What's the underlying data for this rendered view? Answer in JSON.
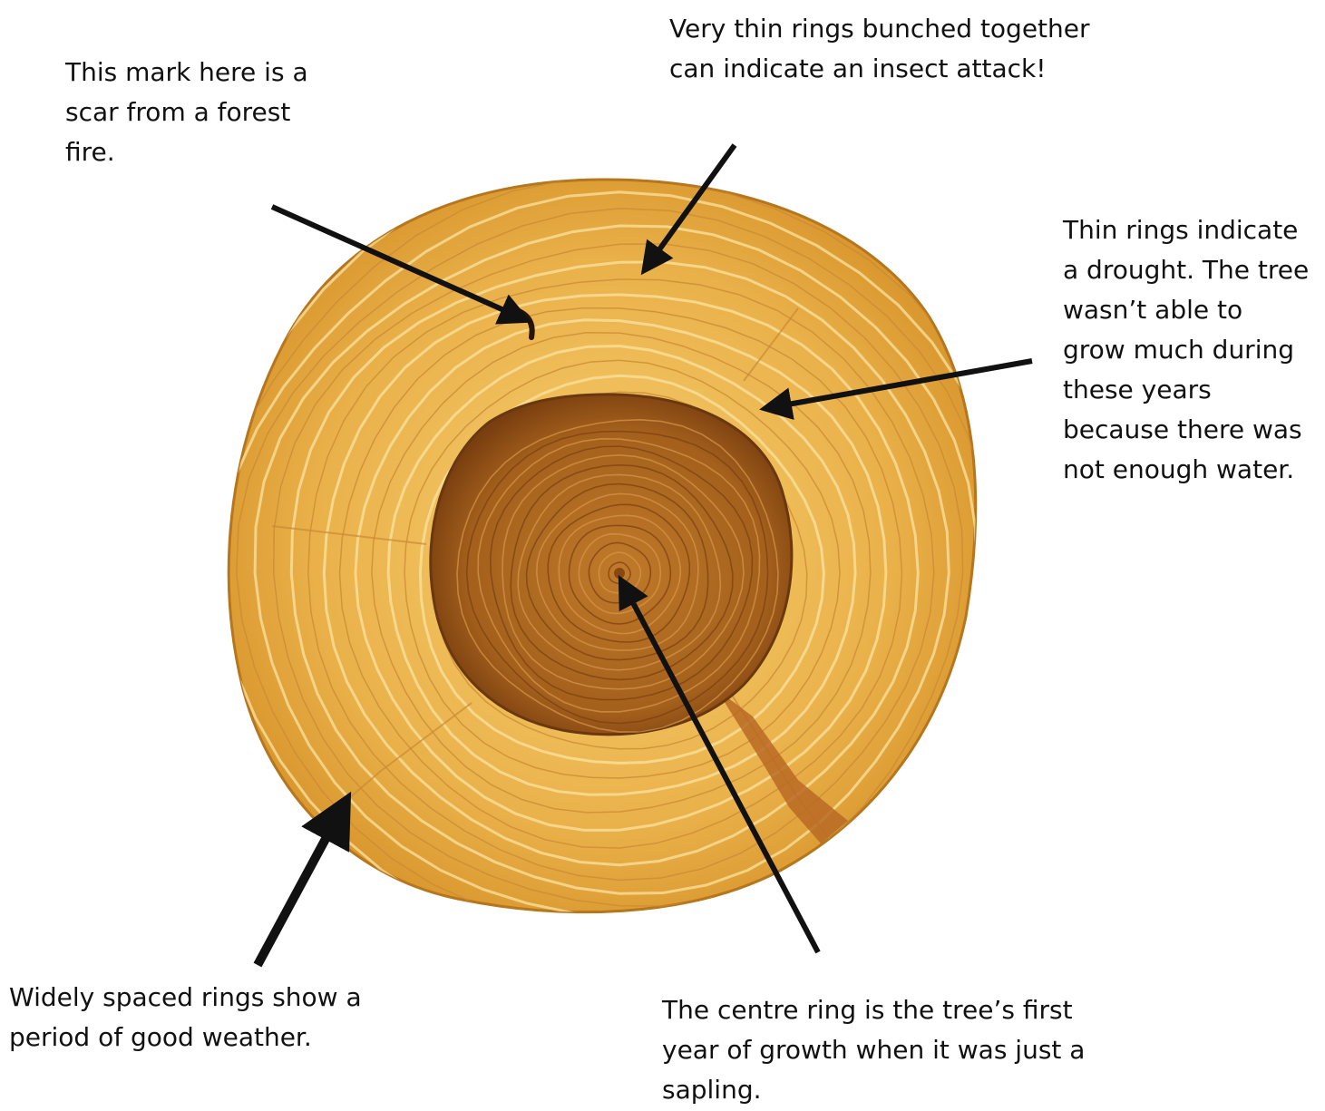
{
  "captions": {
    "fire": "This mark here is a\nscar from a forest\nfire.",
    "insect": "Very thin rings bunched together\ncan indicate an insect attack!",
    "drought": "Thin rings indicate\na drought. The tree\nwasn’t able to\ngrow much during\nthese years\nbecause there was\nnot enough water.",
    "weather": "Widely spaced rings show a\nperiod of good weather.",
    "centre": "The centre ring is the tree’s first\nyear of growth when it was just a\nsapling."
  },
  "colors": {
    "sapwood": "#e3a53a",
    "sapwood_light": "#f3c766",
    "heartwood": "#a8601a",
    "heartwood_dark": "#7a3f10",
    "ring_line": "#fae3a0",
    "arrow": "#111111"
  }
}
